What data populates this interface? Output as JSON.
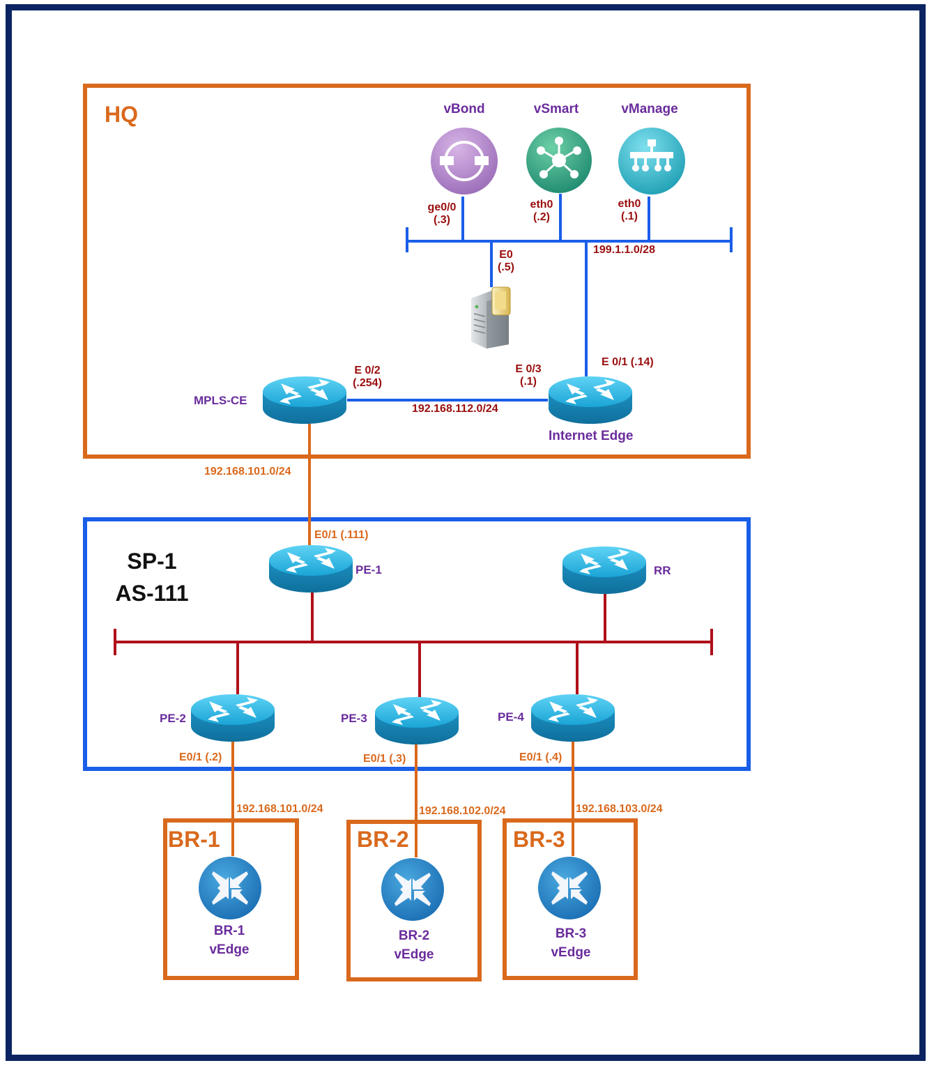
{
  "colors": {
    "outer_frame": "#0c2461",
    "site_box": "#d9691c",
    "sp_box": "#1a5ee8",
    "lan_link": "#1a5ee8",
    "sp_backbone": "#b0101a",
    "wan_link": "#d9691c",
    "device_label": "#6a2c9c",
    "interface_label": "#9a0e0e",
    "subnet_label_wan": "#d9691c"
  },
  "hq": {
    "title": "HQ",
    "controllers": [
      {
        "name": "vBond",
        "icon": "vbond-icon",
        "interface": "ge0/0",
        "ip": "(.3)"
      },
      {
        "name": "vSmart",
        "icon": "vsmart-icon",
        "interface": "eth0",
        "ip": "(.2)"
      },
      {
        "name": "vManage",
        "icon": "vmanage-icon",
        "interface": "eth0",
        "ip": "(.1)"
      }
    ],
    "controller_subnet": "199.1.1.0/28",
    "server": {
      "interface": "E0",
      "ip": "(.5)"
    },
    "mpls_ce": {
      "name": "MPLS-CE",
      "interface": "E 0/2",
      "ip": "(.254)"
    },
    "internet_edge": {
      "name": "Internet Edge",
      "interface_lan": "E 0/3",
      "ip_lan": "(.1)",
      "interface_wan": "E 0/1 (.14)"
    },
    "transit_subnet": "192.168.112.0/24",
    "uplink_subnet": "192.168.101.0/24"
  },
  "sp": {
    "title_line1": "SP-1",
    "title_line2": "AS-111",
    "pe1": {
      "name": "PE-1",
      "interface": "E0/1 (.111)"
    },
    "rr": {
      "name": "RR"
    },
    "pes": [
      {
        "name": "PE-2",
        "interface": "E0/1 (.2)",
        "subnet": "192.168.101.0/24"
      },
      {
        "name": "PE-3",
        "interface": "E0/1 (.3)",
        "subnet": "192.168.102.0/24"
      },
      {
        "name": "PE-4",
        "interface": "E0/1 (.4)",
        "subnet": "192.168.103.0/24"
      }
    ]
  },
  "branches": [
    {
      "title": "BR-1",
      "device_line1": "BR-1",
      "device_line2": "vEdge"
    },
    {
      "title": "BR-2",
      "device_line1": "BR-2",
      "device_line2": "vEdge"
    },
    {
      "title": "BR-3",
      "device_line1": "BR-3",
      "device_line2": "vEdge"
    }
  ]
}
